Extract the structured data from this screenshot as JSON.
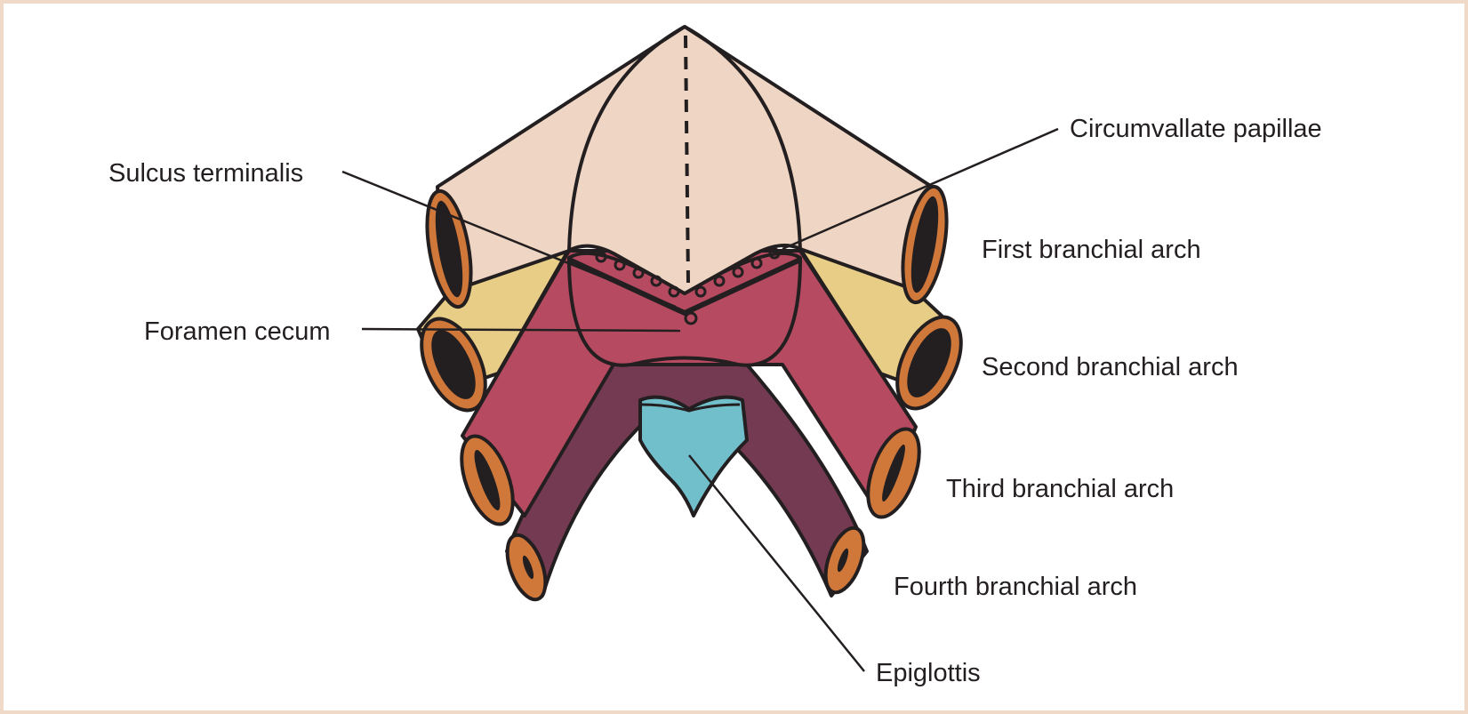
{
  "figure": {
    "title": "Development of the tongue from the branchial arches",
    "labels": {
      "sulcus_terminalis": "Sulcus terminalis",
      "foramen_cecum": "Foramen cecum",
      "circumvallate_papillae": "Circumvallate papillae",
      "first_arch": "First branchial arch",
      "second_arch": "Second branchial arch",
      "third_arch": "Third branchial arch",
      "fourth_arch": "Fourth branchial arch",
      "epiglottis": "Epiglottis"
    }
  },
  "colors": {
    "frame": "#f0d9c7",
    "first_arch": "#efd5c3",
    "second_arch": "#e8cd87",
    "third_arch": "#b54a60",
    "fourth_arch": "#733a51",
    "epiglottis": "#72bfcc",
    "arch_rim": "#d0773a",
    "lumen": "#231f20",
    "outline": "#231f20"
  }
}
